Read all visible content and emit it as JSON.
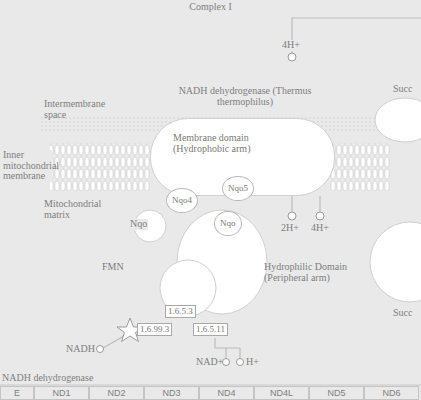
{
  "diagram": {
    "title": "Complex I",
    "nodes": [
      {
        "text": [
          "Membrane domain (Hydrophobic arm)"
        ]
      },
      {
        "text": [
          "Nqo4"
        ]
      },
      {
        "text": [
          "Nqo5"
        ]
      },
      {
        "text": [
          "Nqo"
        ]
      },
      {
        "text": [
          "1.6.5.3"
        ]
      },
      {
        "text": [
          "1.6.99.3"
        ]
      },
      {
        "text": [
          "1.6.5.11"
        ]
      }
    ],
    "labels": [
      "4H+",
      "NADH dehydrogenase (Thermus thermophilus)",
      "Intermembrane space",
      "Inner mitochondrial membrane",
      "Mitochondrial matrix",
      "Nqo",
      "2H+",
      "4H+",
      "FMN",
      "Hydrophilic Domain (Peripheral arm)",
      "NADH",
      "NAD+",
      "H+",
      "Succ",
      "Succ",
      "NADH dehydrogenase",
      "E",
      "ND1",
      "ND2",
      "ND3",
      "ND4",
      "ND4L",
      "ND5",
      "ND6"
    ]
  }
}
